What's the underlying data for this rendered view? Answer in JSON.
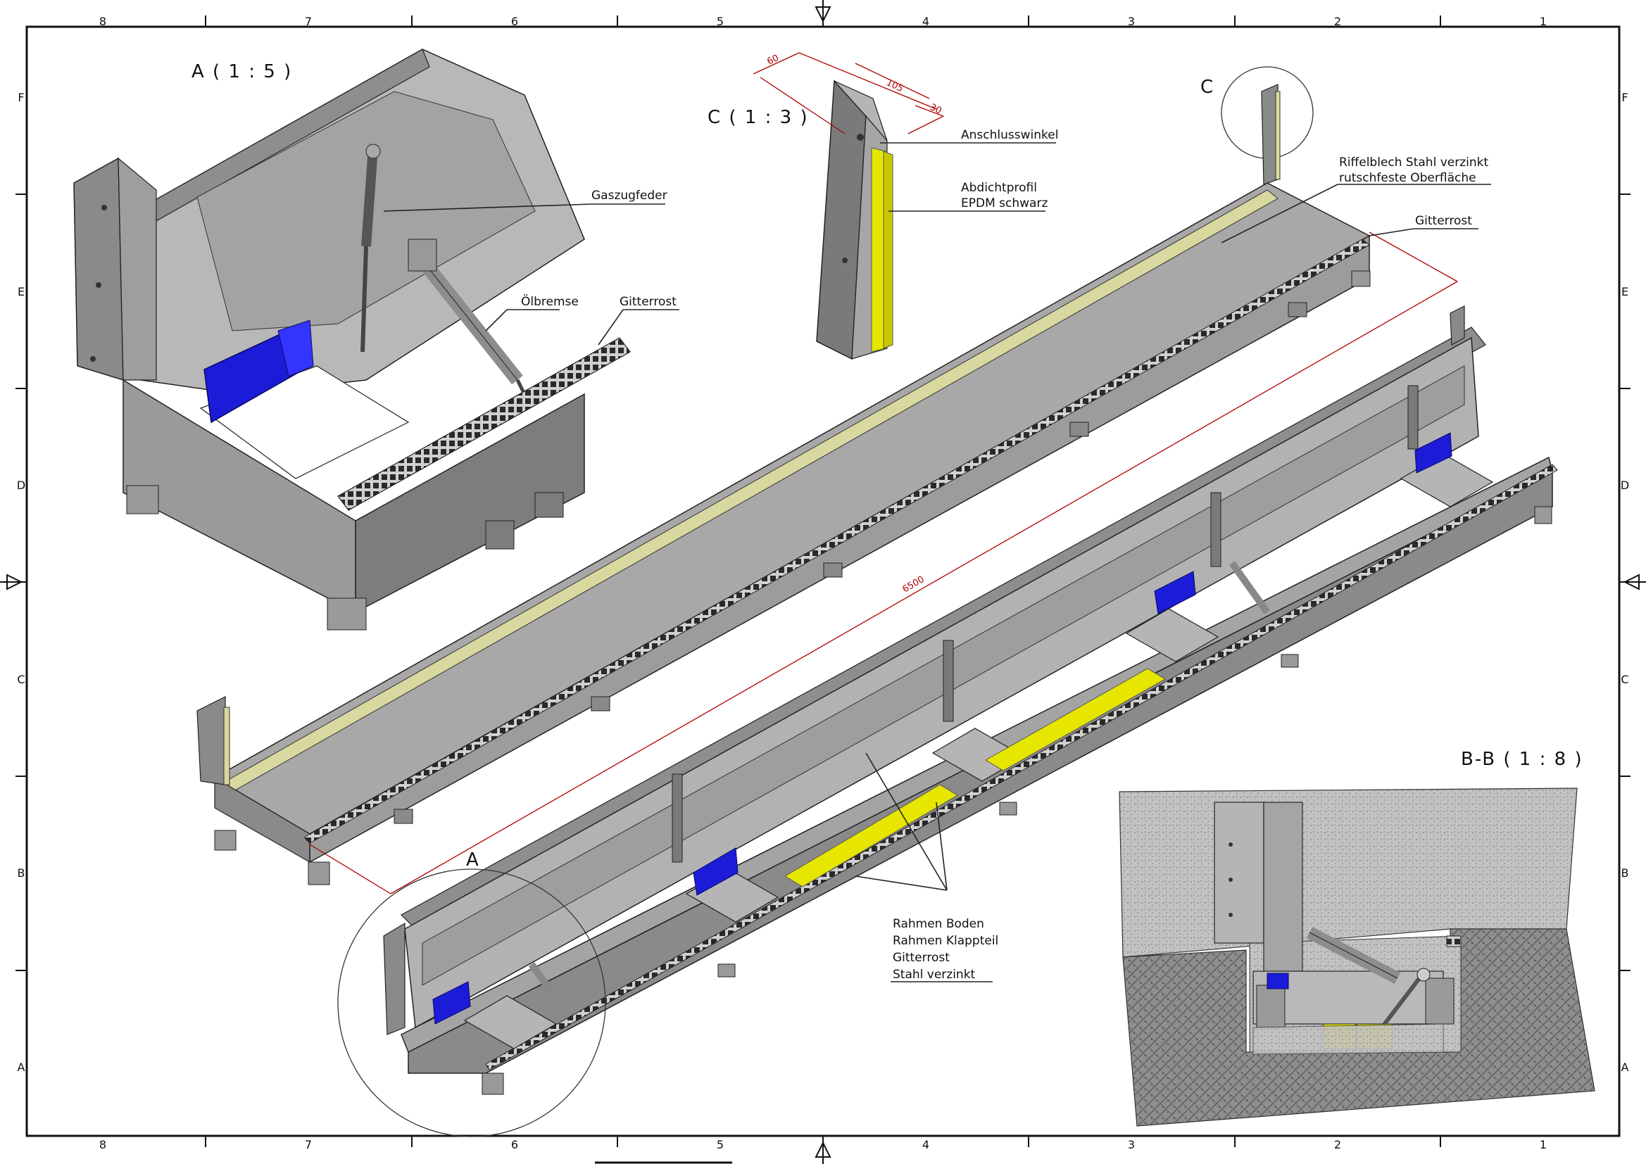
{
  "frame": {
    "columns": [
      "8",
      "7",
      "6",
      "5",
      "4",
      "3",
      "2",
      "1"
    ],
    "rows": [
      "F",
      "E",
      "D",
      "C",
      "B",
      "A"
    ]
  },
  "views": {
    "detail_a": "A ( 1 : 5 )",
    "detail_c": "C ( 1 : 3 )",
    "section_bb": "B-B ( 1 : 8 )",
    "callout_a": "A",
    "callout_c": "C"
  },
  "labels": {
    "gaszugfeder": "Gaszugfeder",
    "oelbremse": "Ölbremse",
    "gitterrost_a": "Gitterrost",
    "anschlusswinkel": "Anschlusswinkel",
    "abdichtprofil_1": "Abdichtprofil",
    "abdichtprofil_2": "EPDM schwarz",
    "riffelblech_1": "Riffelblech Stahl verzinkt",
    "riffelblech_2": "rutschfeste Oberfläche",
    "gitterrost_main": "Gitterrost",
    "rahmen_1": "Rahmen Boden",
    "rahmen_2": "Rahmen Klappteil",
    "rahmen_3": "Gitterrost",
    "rahmen_4": "Stahl verzinkt"
  },
  "dimensions": {
    "d60": "60",
    "d105": "105",
    "d30": "30",
    "d6500": "6500"
  },
  "colors": {
    "steel_light": "#c4c4c4",
    "steel_mid": "#9a9a9a",
    "steel_dark": "#6e6e6e",
    "accent_blue": "#1b1bd8",
    "accent_yellow": "#e6e600",
    "dimension_red": "#b00000",
    "grating": "#2a2a2a",
    "concrete": "#b9b9b9"
  }
}
